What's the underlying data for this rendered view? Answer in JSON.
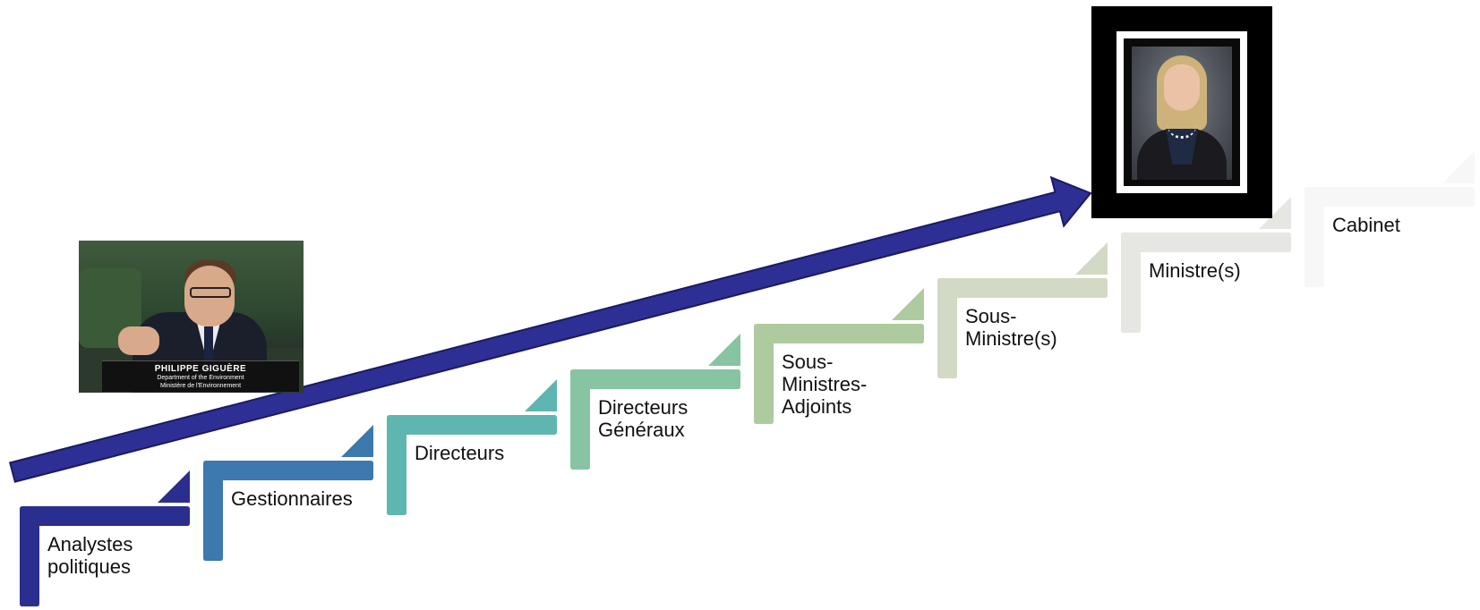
{
  "steps": [
    {
      "label": "Analystes\npolitiques",
      "color": "#2a2f8f"
    },
    {
      "label": "Gestionnaires",
      "color": "#3d78ae"
    },
    {
      "label": "Directeurs",
      "color": "#5fb5b0"
    },
    {
      "label": "Directeurs\nGénéraux",
      "color": "#86c4a2"
    },
    {
      "label": "Sous-\nMinistres-\nAdjoints",
      "color": "#adcb9f"
    },
    {
      "label": "Sous-\nMinistre(s)",
      "color": "#d2d9c4"
    },
    {
      "label": "Ministre(s)",
      "color": "#e6e6e2"
    },
    {
      "label": "Cabinet",
      "color": "#f7f7f7"
    }
  ],
  "arrow": {
    "color": "#2e2f95",
    "outline": "#1a1b60"
  },
  "photos": {
    "left": {
      "caption_name": "PHILIPPE GIGUÈRE",
      "caption_line1": "Department of the Environment",
      "caption_line2": "Ministère de l'Environnement"
    }
  }
}
